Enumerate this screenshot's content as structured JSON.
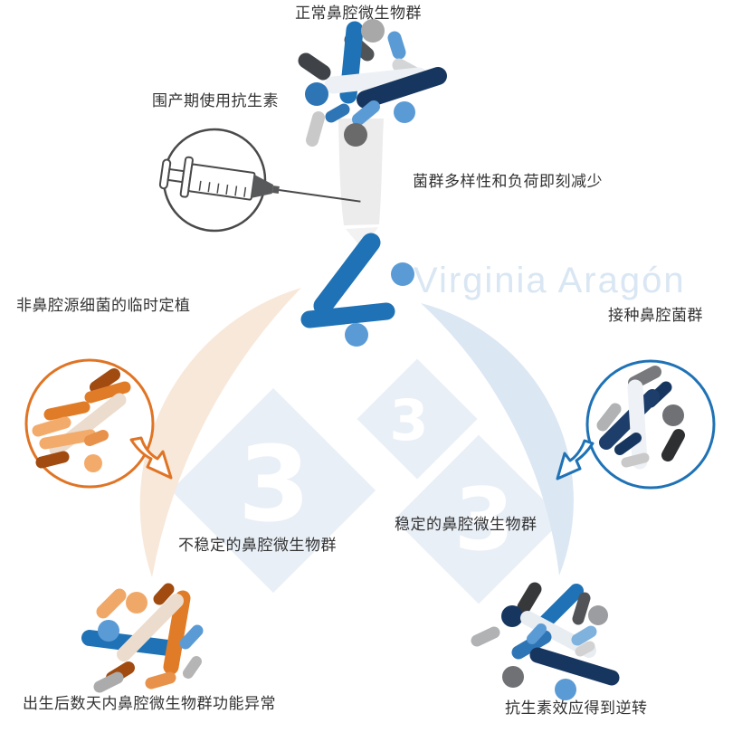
{
  "labels": {
    "normal_microbiota": "正常鼻腔微生物群",
    "perinatal_antibiotic": "围产期使用抗生素",
    "immediate_reduction": "菌群多样性和负荷即刻减少",
    "transient_colonization": "非鼻腔源细菌的临时定植",
    "inoculation": "接种鼻腔菌群",
    "unstable_microbiota": "不稳定的鼻腔微生物群",
    "stable_microbiota": "稳定的鼻腔微生物群",
    "dysfunction": "出生后数天内鼻腔微生物群功能异常",
    "reversal": "抗生素效应得到逆转"
  },
  "watermark": {
    "author": "Virginia Aragón",
    "badge_digit": "3"
  },
  "colors": {
    "blue": "#1f72b5",
    "blue_mid": "#2e75b6",
    "navy": "#17365f",
    "navy_deep": "#1d3e6b",
    "light_blue": "#5b9bd5",
    "pale_blue": "#7fb2dc",
    "orange": "#e07c28",
    "orange_outline": "#e07425",
    "rust": "#a14b10",
    "light_orange": "#f3ab6b",
    "soft_orange": "#e8914a",
    "beige": "#ecdccd",
    "charcoal": "#3f4347",
    "ink_gray": "#515457",
    "dark_gray": "#6a6a6a",
    "gray": "#a8a8a8",
    "silver": "#c9c9c9",
    "light_gray": "#d3d5d7",
    "pale": "#edf1f5",
    "arc_left": "#f8e8d9",
    "arc_right": "#dbe7f3",
    "badge_diamond": "#e9eff7",
    "watermark_text": "#d9e6f3",
    "outline": "#4a4a4c",
    "label_text": "#333333",
    "funnel": "#ececec",
    "funnel_tip": "#f2f2f2"
  }
}
